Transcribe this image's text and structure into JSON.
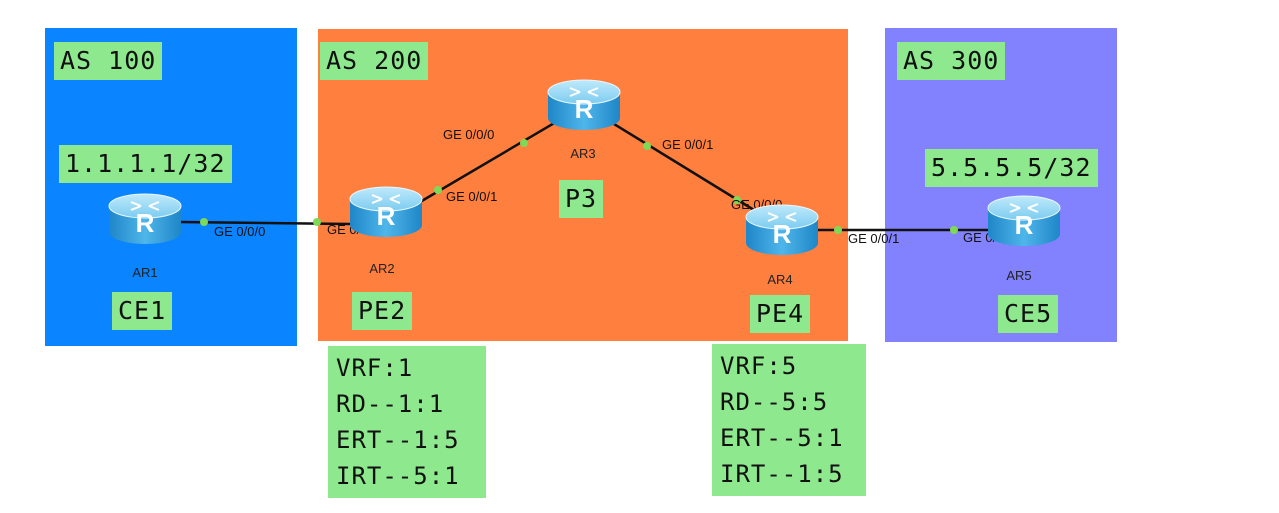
{
  "colors": {
    "as100": "#0a84ff",
    "as200": "#ff7f3f",
    "as300": "#8282ff",
    "label_bg": "#8ee88e",
    "link": "#111111",
    "port_dot": "#7ed957"
  },
  "as_labels": {
    "as100": "AS 100",
    "as200": "AS 200",
    "as300": "AS 300"
  },
  "prefixes": {
    "ar1": "1.1.1.1/32",
    "ar5": "5.5.5.5/32"
  },
  "routers": {
    "ar1": {
      "name": "AR1",
      "role": "CE1",
      "glyph": "R"
    },
    "ar2": {
      "name": "AR2",
      "role": "PE2",
      "glyph": "R"
    },
    "ar3": {
      "name": "AR3",
      "role": "P3",
      "glyph": "R"
    },
    "ar4": {
      "name": "AR4",
      "role": "PE4",
      "glyph": "R"
    },
    "ar5": {
      "name": "AR5",
      "role": "CE5",
      "glyph": "R"
    }
  },
  "ports": {
    "ar1_ge000": "GE 0/0/0",
    "ar2_ge000": "GE 0/0/0",
    "ar2_ge001": "GE 0/0/1",
    "ar3_ge000": "GE 0/0/0",
    "ar3_ge001": "GE 0/0/1",
    "ar4_ge000": "GE 0/0/0",
    "ar4_ge001": "GE 0/0/1",
    "ar5_ge000": "GE 0/0/0"
  },
  "vrf_pe2": [
    "VRF:1",
    "RD--1:1",
    "ERT--1:5",
    "IRT--5:1"
  ],
  "vrf_pe4": [
    "VRF:5",
    "RD--5:5",
    "ERT--5:1",
    "IRT--1:5"
  ]
}
